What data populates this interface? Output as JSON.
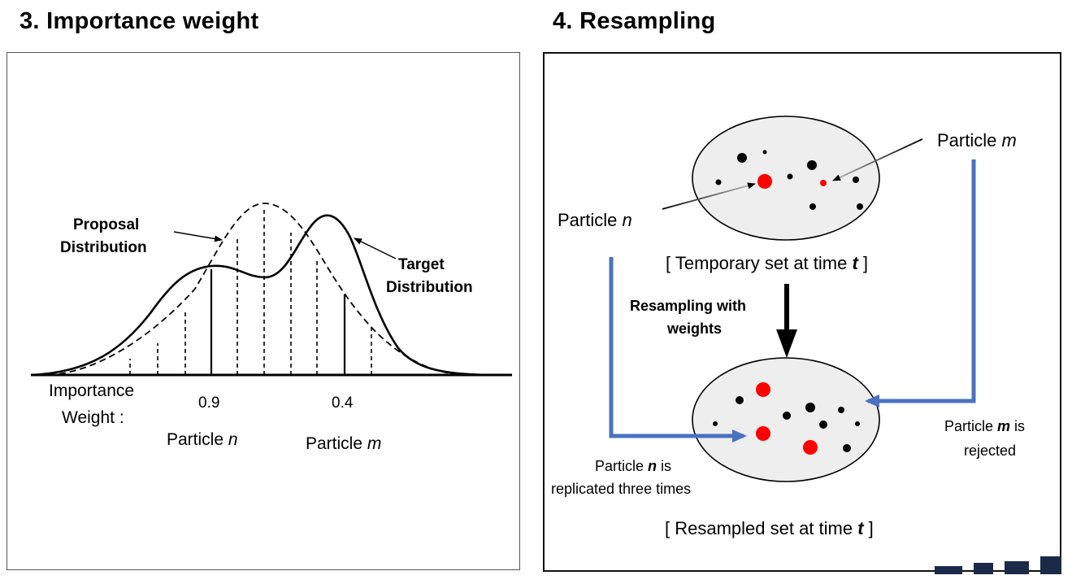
{
  "left_panel": {
    "title": "3. Importance weight",
    "proposal_label": [
      "Proposal",
      "Distribution"
    ],
    "target_label": [
      "Target",
      "Distribution"
    ],
    "weight_caption": [
      "Importance",
      "Weight :"
    ],
    "weight_n": "0.9",
    "weight_m": "0.4",
    "particle_n": {
      "text": "Particle ",
      "italic": "n"
    },
    "particle_m": {
      "text": "Particle ",
      "italic": "m"
    }
  },
  "right_panel": {
    "title": "4. Resampling",
    "particle_m_label": {
      "text": "Particle ",
      "italic": "m"
    },
    "particle_n_label": {
      "text": "Particle ",
      "italic": "n"
    },
    "temporary_set": {
      "text": "[ Temporary set at time ",
      "italic": "t",
      "end": " ]"
    },
    "resampling_label": [
      "Resampling with",
      "weights"
    ],
    "rejected_label": {
      "line1": "Particle ",
      "italic": "m",
      "line1_end": " is",
      "line2": "rejected"
    },
    "replicated_label": {
      "line1": "Particle ",
      "italic": "n",
      "line1_end": " is",
      "line2": "replicated three times"
    },
    "resampled_set": {
      "text": "[ Resampled set at time ",
      "italic": "t",
      "end": " ]"
    }
  },
  "colors": {
    "particle_black": "#000000",
    "particle_red": "#ff0000",
    "ellipse_fill": "#eeeeee",
    "arrow_blue": "#4a72c0"
  }
}
